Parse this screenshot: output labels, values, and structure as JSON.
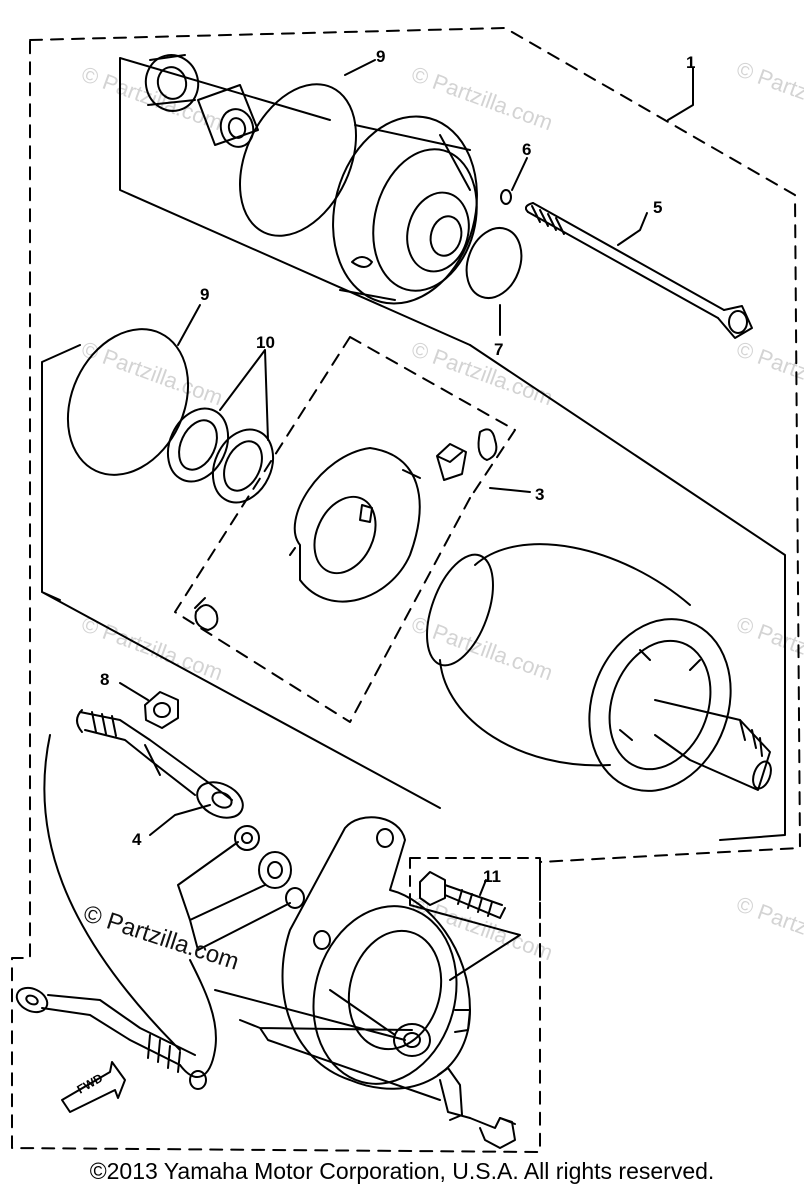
{
  "callouts": {
    "c1": "1",
    "c3": "3",
    "c4": "4",
    "c5": "5",
    "c6": "6",
    "c7": "7",
    "c8": "8",
    "c9a": "9",
    "c9b": "9",
    "c10": "10",
    "c11": "11"
  },
  "watermark": {
    "small": "© Partzilla.com",
    "main": "© Partzilla.com"
  },
  "fwd_label": "FWD",
  "copyright": "©2013 Yamaha Motor Corporation, U.S.A. All rights reserved."
}
